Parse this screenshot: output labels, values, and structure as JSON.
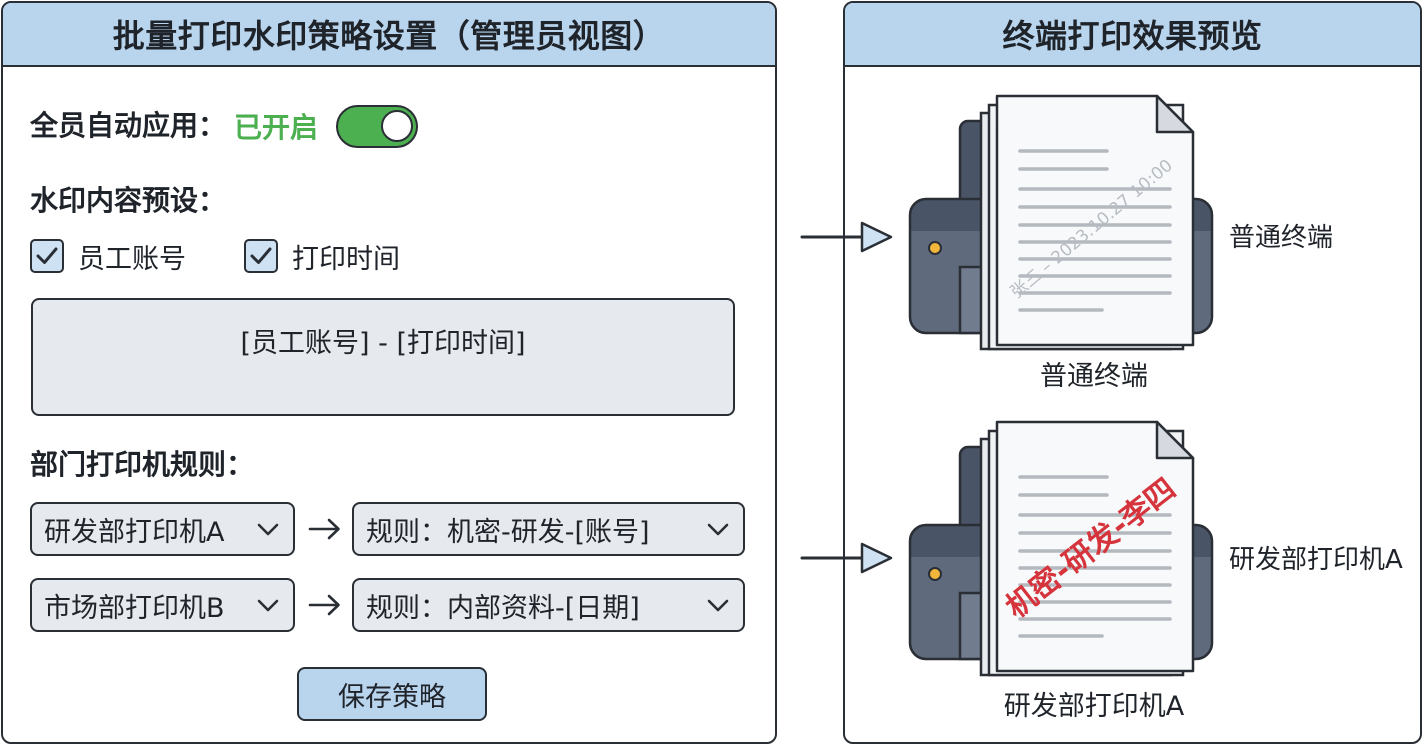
{
  "left_panel": {
    "title": "批量打印水印策略设置（管理员视图）",
    "auto_apply": {
      "label": "全员自动应用：",
      "status": "已开启",
      "enabled": true
    },
    "watermark_preset": {
      "label": "水印内容预设：",
      "options": [
        {
          "label": "员工账号",
          "checked": true
        },
        {
          "label": "打印时间",
          "checked": true
        }
      ],
      "preview_text": "[员工账号] - [打印时间]"
    },
    "printer_rules": {
      "label": "部门打印机规则：",
      "rules": [
        {
          "printer": "研发部打印机A",
          "rule": "规则：机密-研发-[账号]"
        },
        {
          "printer": "市场部打印机B",
          "rule": "规则：内部资料-[日期]"
        }
      ]
    },
    "save_button": "保存策略"
  },
  "right_panel": {
    "title": "终端打印效果预览",
    "previews": [
      {
        "side_label": "普通终端",
        "caption": "普通终端",
        "watermark": "张三 – 2023.10.27 10:00",
        "watermark_color": "#b8bdc4"
      },
      {
        "side_label": "研发部打印机A",
        "caption": "研发部打印机A",
        "watermark": "机密-研发-李四",
        "watermark_color": "#d6343c"
      }
    ]
  },
  "colors": {
    "border": "#2a2e35",
    "header_bg": "#b9d5ee",
    "check_bg": "#cfe2f4",
    "accent_green": "#4caf50",
    "field_bg": "#e6e9ed",
    "printer_body": "#5f6a7c",
    "printer_dark": "#4a5467",
    "printer_light": "#717c8f",
    "indicator": "#f2b63a"
  },
  "icons": {
    "toggle": "toggle-switch-icon",
    "checkbox": "checkmark-icon",
    "dropdown": "chevron-down-icon",
    "rule_arrow": "arrow-right-icon",
    "flow_arrow": "arrow-right-icon",
    "device": "printer-icon",
    "paper": "document-icon"
  }
}
